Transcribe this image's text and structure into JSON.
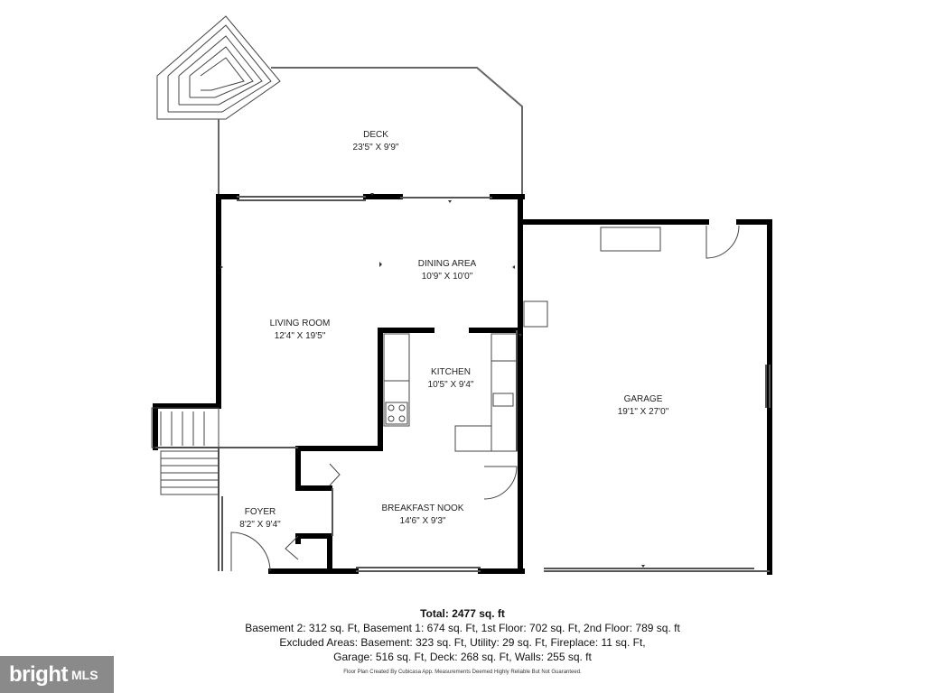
{
  "rooms": {
    "deck": {
      "name": "DECK",
      "dims": "23'5\" X 9'9\""
    },
    "dining": {
      "name": "DINING AREA",
      "dims": "10'9\" X 10'0\""
    },
    "living": {
      "name": "LIVING ROOM",
      "dims": "12'4\" X 19'5\""
    },
    "kitchen": {
      "name": "KITCHEN",
      "dims": "10'5\" X 9'4\""
    },
    "garage": {
      "name": "GARAGE",
      "dims": "19'1\" X 27'0\""
    },
    "foyer": {
      "name": "FOYER",
      "dims": "8'2\" X 9'4\""
    },
    "nook": {
      "name": "BREAKFAST NOOK",
      "dims": "14'6\" X 9'3\""
    }
  },
  "summary": {
    "total": "Total: 2477 sq. ft",
    "line1": "Basement 2: 312 sq. Ft, Basement 1: 674 sq. Ft, 1st Floor: 702 sq. Ft, 2nd Floor: 789 sq. ft",
    "line2": "Excluded Areas: Basement: 323 sq. Ft, Utility: 29 sq. Ft, Fireplace: 11 sq. Ft,",
    "line3": "Garage: 516 sq. Ft, Deck: 268 sq. Ft, Walls: 255 sq. ft"
  },
  "disclaimer": "Floor Plan Created By Cubicasa App. Measurements Deemed Highly Reliable But Not Guaranteed.",
  "logo": {
    "brand": "bright",
    "suffix": "MLS"
  },
  "colors": {
    "wall": "#000000",
    "thin_line": "#555555",
    "logo_bg": "#8a8a8a"
  }
}
